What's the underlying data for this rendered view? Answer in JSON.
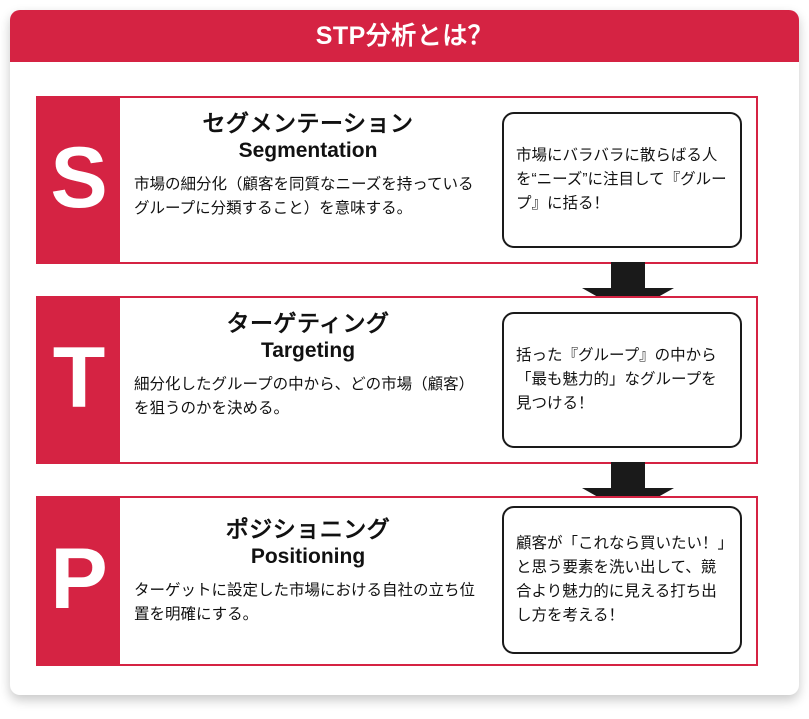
{
  "header": {
    "title": "STP分析とは？",
    "accent_color": "#d52343",
    "text_color": "#ffffff"
  },
  "diagram": {
    "type": "flow",
    "flow_direction": "top-to-bottom",
    "connector_icon": "down-arrow-icon",
    "connector_color": "#1a1a1a",
    "steps": [
      {
        "letter": "S",
        "title_jp": "セグメンテーション",
        "title_en": "Segmentation",
        "description": "市場の細分化（顧客を同質なニーズを持っているグループに分類すること）を意味する。",
        "callout": "市場にバラバラに散らばる人を“ニーズ”に注目して『グループ』に括る！"
      },
      {
        "letter": "T",
        "title_jp": "ターゲティング",
        "title_en": "Targeting",
        "description": "細分化したグループの中から、どの市場（顧客）を狙うのかを決める。",
        "callout": "括った『グループ』の中から「最も魅力的」なグループを見つける！"
      },
      {
        "letter": "P",
        "title_jp": "ポジショニング",
        "title_en": "Positioning",
        "description": "ターゲットに設定した市場における自社の立ち位置を明確にする。",
        "callout": "顧客が「これなら買いたい！」と思う要素を洗い出して、競合より魅力的に見える打ち出し方を考える！"
      }
    ]
  }
}
